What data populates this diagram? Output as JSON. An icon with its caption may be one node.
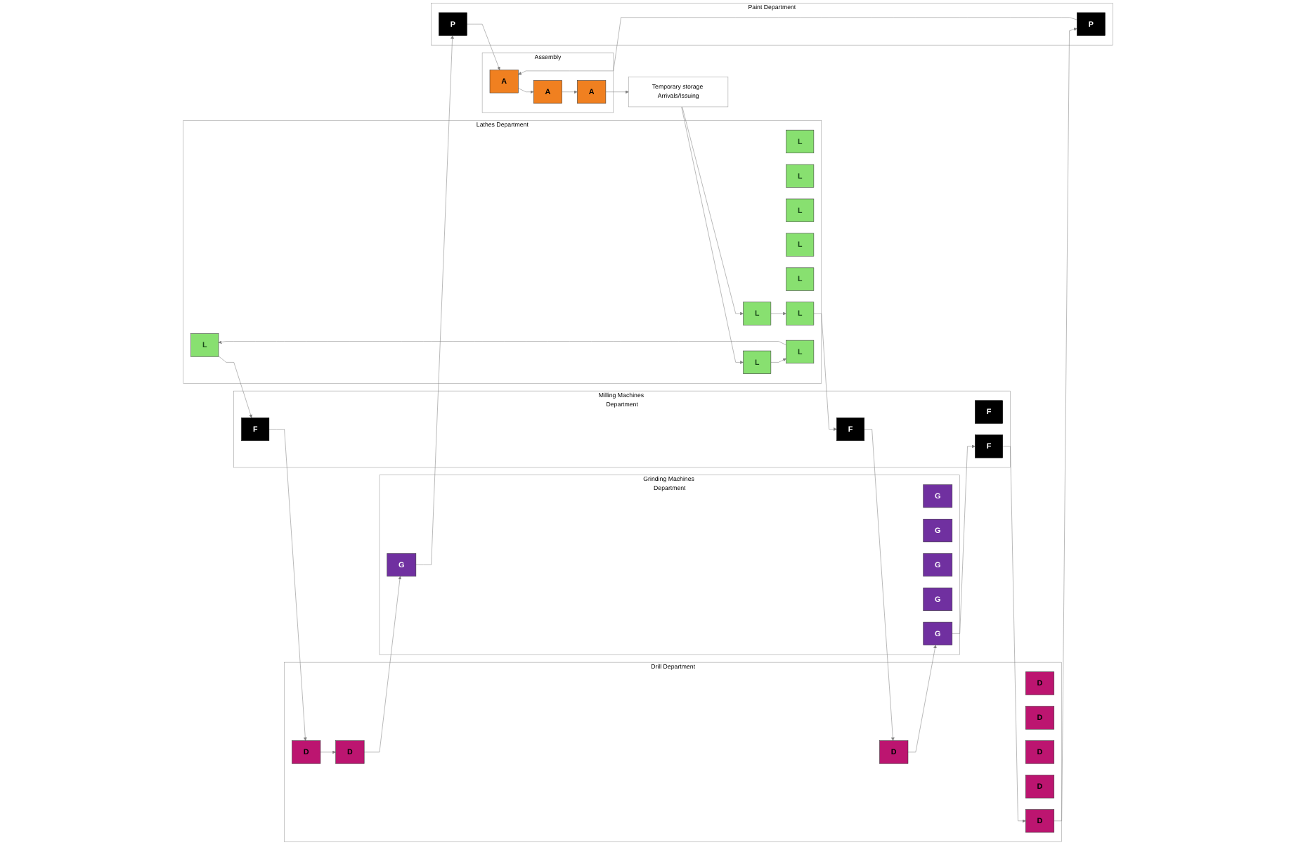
{
  "diagram": {
    "nodes": [
      {
        "text": [
          "Lathes Department"
        ]
      },
      {
        "text": [
          "L"
        ],
        "in": 0
      },
      {
        "text": [
          "L"
        ],
        "in": 0
      },
      {
        "text": [
          "L"
        ],
        "in": 0
      },
      {
        "text": [
          "L"
        ],
        "in": 0
      },
      {
        "text": [
          "L"
        ],
        "in": 0
      },
      {
        "text": [
          "L"
        ],
        "in": 0
      },
      {
        "text": [
          "L"
        ],
        "in": 0
      },
      {
        "text": [
          "L"
        ],
        "in": 0
      },
      {
        "text": [
          "L"
        ],
        "in": 0
      },
      {
        "text": [
          "L"
        ],
        "in": 0
      },
      {
        "text": [
          "Milling Machines Department"
        ]
      },
      {
        "text": [
          "F"
        ],
        "in": 11
      },
      {
        "text": [
          "F"
        ],
        "in": 11
      },
      {
        "text": [
          "F"
        ],
        "in": 11
      },
      {
        "text": [
          "F"
        ],
        "in": 11
      },
      {
        "text": [
          "Drill Department"
        ]
      },
      {
        "text": [
          "D"
        ],
        "in": 16
      },
      {
        "text": [
          "D"
        ],
        "in": 16
      },
      {
        "text": [
          "D"
        ],
        "in": 16
      },
      {
        "text": [
          "D"
        ],
        "in": 16
      },
      {
        "text": [
          "D"
        ],
        "in": 16
      },
      {
        "text": [
          "D"
        ],
        "in": 16
      },
      {
        "text": [
          "D"
        ],
        "in": 16
      },
      {
        "text": [
          "D"
        ],
        "in": 16
      },
      {
        "text": [
          "Grinding Machines Department"
        ]
      },
      {
        "text": [
          "G"
        ],
        "in": 25
      },
      {
        "text": [
          "G"
        ],
        "in": 25
      },
      {
        "text": [
          "G"
        ],
        "in": 25
      },
      {
        "text": [
          "G"
        ],
        "in": 25
      },
      {
        "text": [
          "G"
        ],
        "in": 25
      },
      {
        "text": [
          "G"
        ],
        "in": 25
      },
      {
        "text": [
          "Paint Department"
        ]
      },
      {
        "text": [
          "P"
        ],
        "in": 32
      },
      {
        "text": [
          "P"
        ],
        "in": 32
      },
      {
        "text": [
          "Temporary storage Arrivals/Issuing"
        ]
      },
      {
        "text": [
          "Assembly"
        ]
      },
      {
        "text": [
          "A"
        ],
        "in": 36
      },
      {
        "text": [
          "A"
        ],
        "in": 36
      },
      {
        "text": [
          "A"
        ],
        "in": 36
      }
    ],
    "edges": [
      {
        "from": 35,
        "to": 10,
        "arrow": "to"
      },
      {
        "from": 35,
        "to": 8,
        "arrow": "to"
      },
      {
        "from": 10,
        "to": 7,
        "arrow": "to"
      },
      {
        "from": 7,
        "to": 4,
        "arrow": "to"
      },
      {
        "from": 8,
        "to": 6,
        "arrow": "to"
      },
      {
        "from": 4,
        "to": 12,
        "arrow": "to"
      },
      {
        "from": 6,
        "to": 14,
        "arrow": "to"
      },
      {
        "from": 12,
        "to": 18,
        "arrow": "to"
      },
      {
        "from": 14,
        "to": 21,
        "arrow": "to"
      },
      {
        "from": 15,
        "to": 17,
        "arrow": "to"
      },
      {
        "from": 17,
        "to": 33,
        "arrow": "to"
      },
      {
        "from": 18,
        "to": 23,
        "arrow": "to"
      },
      {
        "from": 21,
        "to": 28,
        "arrow": "to"
      },
      {
        "from": 28,
        "to": 15,
        "arrow": "to"
      },
      {
        "from": 23,
        "to": 30,
        "arrow": "to"
      },
      {
        "from": 30,
        "to": 34,
        "arrow": "to"
      },
      {
        "from": 33,
        "to": 39,
        "arrow": "to"
      },
      {
        "from": 34,
        "to": 39,
        "arrow": "to"
      },
      {
        "from": 39,
        "to": 38,
        "arrow": "to"
      },
      {
        "from": 38,
        "to": 37,
        "arrow": "to"
      },
      {
        "from": 37,
        "to": 35,
        "arrow": "to"
      }
    ]
  }
}
